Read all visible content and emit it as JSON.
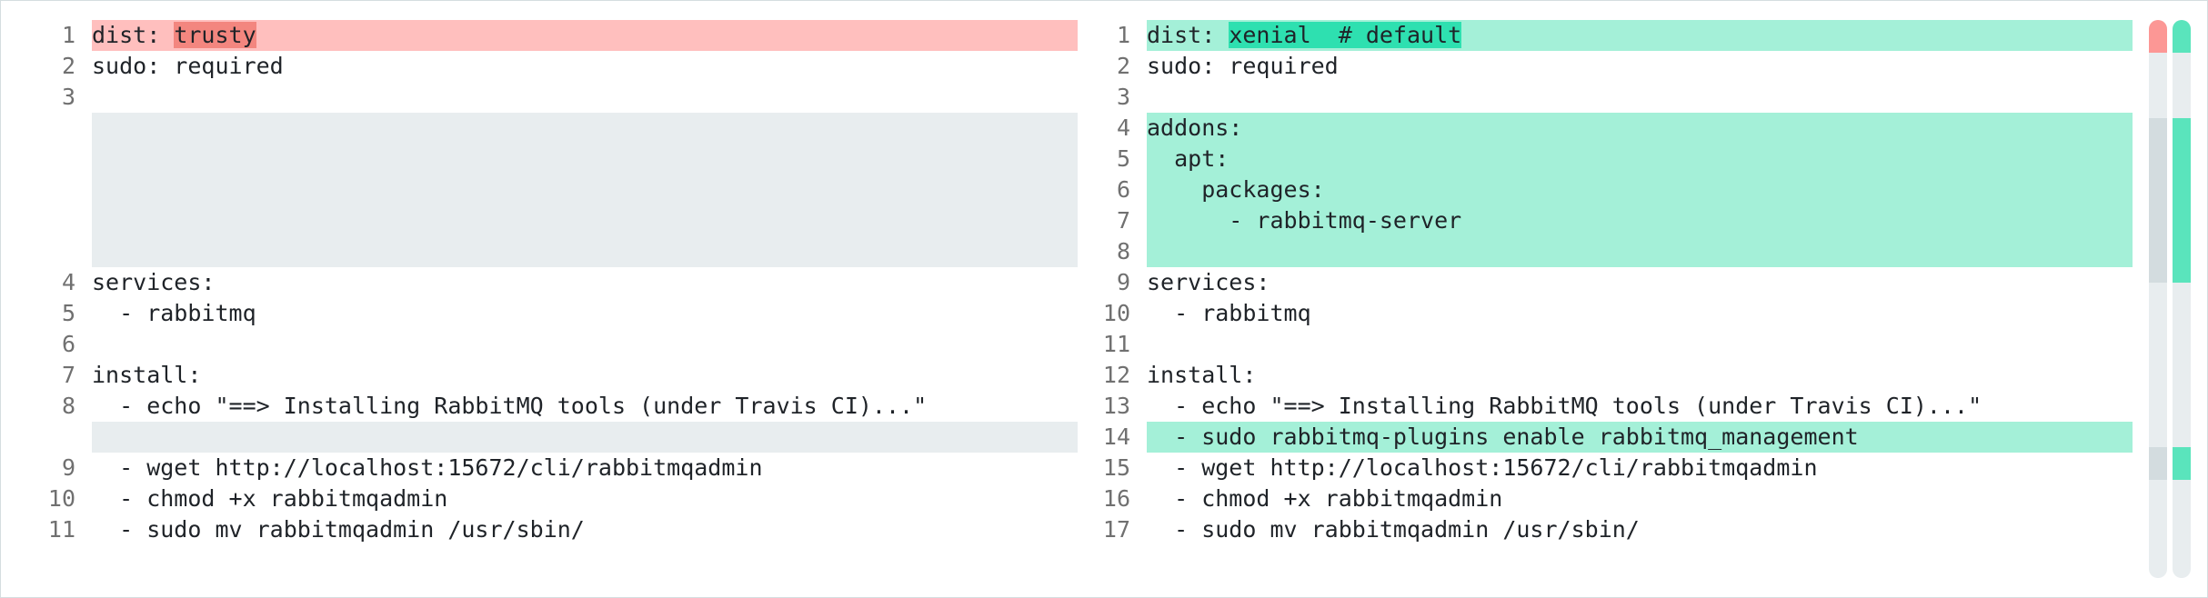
{
  "left_pane": {
    "rows": [
      {
        "kind": "del",
        "num": "1",
        "segments": [
          {
            "text": "dist: ",
            "hl": false
          },
          {
            "text": "trusty",
            "hl": true
          }
        ]
      },
      {
        "kind": "ctx",
        "num": "2",
        "segments": [
          {
            "text": "sudo: required",
            "hl": false
          }
        ]
      },
      {
        "kind": "ctx",
        "num": "3",
        "segments": [
          {
            "text": "",
            "hl": false
          }
        ]
      },
      {
        "kind": "filler",
        "span": 5
      },
      {
        "kind": "ctx",
        "num": "4",
        "segments": [
          {
            "text": "services:",
            "hl": false
          }
        ]
      },
      {
        "kind": "ctx",
        "num": "5",
        "segments": [
          {
            "text": "  - rabbitmq",
            "hl": false
          }
        ]
      },
      {
        "kind": "ctx",
        "num": "6",
        "segments": [
          {
            "text": "",
            "hl": false
          }
        ]
      },
      {
        "kind": "ctx",
        "num": "7",
        "segments": [
          {
            "text": "install:",
            "hl": false
          }
        ]
      },
      {
        "kind": "ctx",
        "num": "8",
        "segments": [
          {
            "text": "  - echo \"==> Installing RabbitMQ tools (under Travis CI)...\"",
            "hl": false
          }
        ]
      },
      {
        "kind": "filler",
        "span": 1
      },
      {
        "kind": "ctx",
        "num": "9",
        "segments": [
          {
            "text": "  - wget http://localhost:15672/cli/rabbitmqadmin",
            "hl": false
          }
        ]
      },
      {
        "kind": "ctx",
        "num": "10",
        "segments": [
          {
            "text": "  - chmod +x rabbitmqadmin",
            "hl": false
          }
        ]
      },
      {
        "kind": "ctx",
        "num": "11",
        "segments": [
          {
            "text": "  - sudo mv rabbitmqadmin /usr/sbin/",
            "hl": false
          }
        ]
      }
    ]
  },
  "right_pane": {
    "rows": [
      {
        "kind": "add",
        "num": "1",
        "segments": [
          {
            "text": "dist: ",
            "hl": false
          },
          {
            "text": "xenial  # default",
            "hl": true
          }
        ]
      },
      {
        "kind": "ctx",
        "num": "2",
        "segments": [
          {
            "text": "sudo: required",
            "hl": false
          }
        ]
      },
      {
        "kind": "ctx",
        "num": "3",
        "segments": [
          {
            "text": "",
            "hl": false
          }
        ]
      },
      {
        "kind": "add",
        "num": "4",
        "segments": [
          {
            "text": "addons:",
            "hl": false
          }
        ]
      },
      {
        "kind": "add",
        "num": "5",
        "segments": [
          {
            "text": "  apt:",
            "hl": false
          }
        ]
      },
      {
        "kind": "add",
        "num": "6",
        "segments": [
          {
            "text": "    packages:",
            "hl": false
          }
        ]
      },
      {
        "kind": "add",
        "num": "7",
        "segments": [
          {
            "text": "      - rabbitmq-server",
            "hl": false
          }
        ]
      },
      {
        "kind": "add",
        "num": "8",
        "segments": [
          {
            "text": "",
            "hl": false
          }
        ]
      },
      {
        "kind": "ctx",
        "num": "9",
        "segments": [
          {
            "text": "services:",
            "hl": false
          }
        ]
      },
      {
        "kind": "ctx",
        "num": "10",
        "segments": [
          {
            "text": "  - rabbitmq",
            "hl": false
          }
        ]
      },
      {
        "kind": "ctx",
        "num": "11",
        "segments": [
          {
            "text": "",
            "hl": false
          }
        ]
      },
      {
        "kind": "ctx",
        "num": "12",
        "segments": [
          {
            "text": "install:",
            "hl": false
          }
        ]
      },
      {
        "kind": "ctx",
        "num": "13",
        "segments": [
          {
            "text": "  - echo \"==> Installing RabbitMQ tools (under Travis CI)...\"",
            "hl": false
          }
        ]
      },
      {
        "kind": "add",
        "num": "14",
        "segments": [
          {
            "text": "  - sudo rabbitmq-plugins enable rabbitmq_management",
            "hl": false
          }
        ]
      },
      {
        "kind": "ctx",
        "num": "15",
        "segments": [
          {
            "text": "  - wget http://localhost:15672/cli/rabbitmqadmin",
            "hl": false
          }
        ]
      },
      {
        "kind": "ctx",
        "num": "16",
        "segments": [
          {
            "text": "  - chmod +x rabbitmqadmin",
            "hl": false
          }
        ]
      },
      {
        "kind": "ctx",
        "num": "17",
        "segments": [
          {
            "text": "  - sudo mv rabbitmqadmin /usr/sbin/",
            "hl": false
          }
        ]
      }
    ]
  },
  "colors": {
    "deleted_line": "#ffbfbe",
    "deleted_word": "#f3867f",
    "added_line": "#a4f0d8",
    "added_word": "#2ee0b0",
    "filler": "#e8edef",
    "ruler_track": "#e8edef",
    "ruler_placeholder": "#d3dcdf",
    "ruler_deleted": "#fc9795",
    "ruler_added": "#5ae4bc"
  },
  "overview_ruler": {
    "left_segments": [
      {
        "kind": "deleted",
        "from_line": 1,
        "to_line": 1
      },
      {
        "kind": "placeholder",
        "from_line": 4,
        "to_line": 8
      },
      {
        "kind": "placeholder",
        "from_line": 14,
        "to_line": 14
      }
    ],
    "right_segments": [
      {
        "kind": "added",
        "from_line": 1,
        "to_line": 1
      },
      {
        "kind": "added",
        "from_line": 4,
        "to_line": 8
      },
      {
        "kind": "added",
        "from_line": 14,
        "to_line": 14
      }
    ],
    "total_lines": 17
  }
}
